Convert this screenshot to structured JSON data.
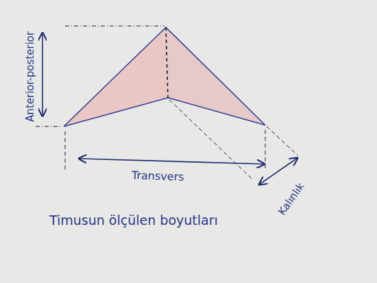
{
  "diagram": {
    "caption": "Timusun ölçülen boyutları",
    "labels": [
      "Anterior-posterior",
      "Transvers",
      "Kalınlık"
    ]
  }
}
